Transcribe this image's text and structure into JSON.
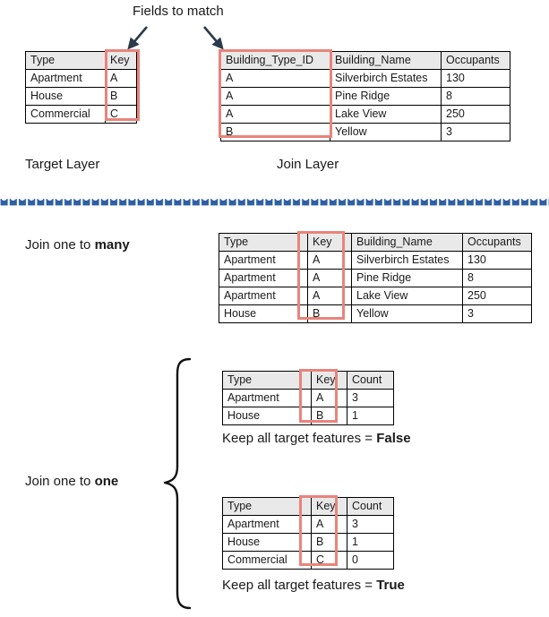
{
  "title_annotation": "Fields to match",
  "colors": {
    "highlight_red": "#e8847c",
    "divider_blue": "#2e5fa3",
    "header_gray": "#e9e9e9",
    "border_black": "#000000"
  },
  "target_layer": {
    "caption": "Target Layer",
    "columns": [
      "Type",
      "Key"
    ],
    "rows": [
      [
        "Apartment",
        "A"
      ],
      [
        "House",
        "B"
      ],
      [
        "Commercial",
        "C"
      ]
    ],
    "highlighted_column": "Key"
  },
  "join_layer": {
    "caption": "Join Layer",
    "columns": [
      "Building_Type_ID",
      "Building_Name",
      "Occupants"
    ],
    "rows": [
      [
        "A",
        "Silverbirch Estates",
        "130"
      ],
      [
        "A",
        "Pine Ridge",
        "8"
      ],
      [
        "A",
        "Lake View",
        "250"
      ],
      [
        "B",
        "Yellow",
        "3"
      ]
    ],
    "highlighted_column": "Building_Type_ID"
  },
  "one_to_many": {
    "label_prefix": "Join one to ",
    "label_emphasis": "many",
    "columns": [
      "Type",
      "Key",
      "Building_Name",
      "Occupants"
    ],
    "rows": [
      [
        "Apartment",
        "A",
        "Silverbirch Estates",
        "130"
      ],
      [
        "Apartment",
        "A",
        "Pine Ridge",
        "8"
      ],
      [
        "Apartment",
        "A",
        "Lake View",
        "250"
      ],
      [
        "House",
        "B",
        "Yellow",
        "3"
      ]
    ],
    "highlighted_column": "Key"
  },
  "one_to_one": {
    "label_prefix": "Join one to ",
    "label_emphasis": "one",
    "case_false": {
      "columns": [
        "Type",
        "Key",
        "Count"
      ],
      "rows": [
        [
          "Apartment",
          "A",
          "3"
        ],
        [
          "House",
          "B",
          "1"
        ]
      ],
      "highlighted_column": "Key",
      "caption_prefix": "Keep all target features = ",
      "caption_value": "False"
    },
    "case_true": {
      "columns": [
        "Type",
        "Key",
        "Count"
      ],
      "rows": [
        [
          "Apartment",
          "A",
          "3"
        ],
        [
          "House",
          "B",
          "1"
        ],
        [
          "Commercial",
          "C",
          "0"
        ]
      ],
      "highlighted_column": "Key",
      "caption_prefix": "Keep all target features = ",
      "caption_value": "True"
    }
  }
}
